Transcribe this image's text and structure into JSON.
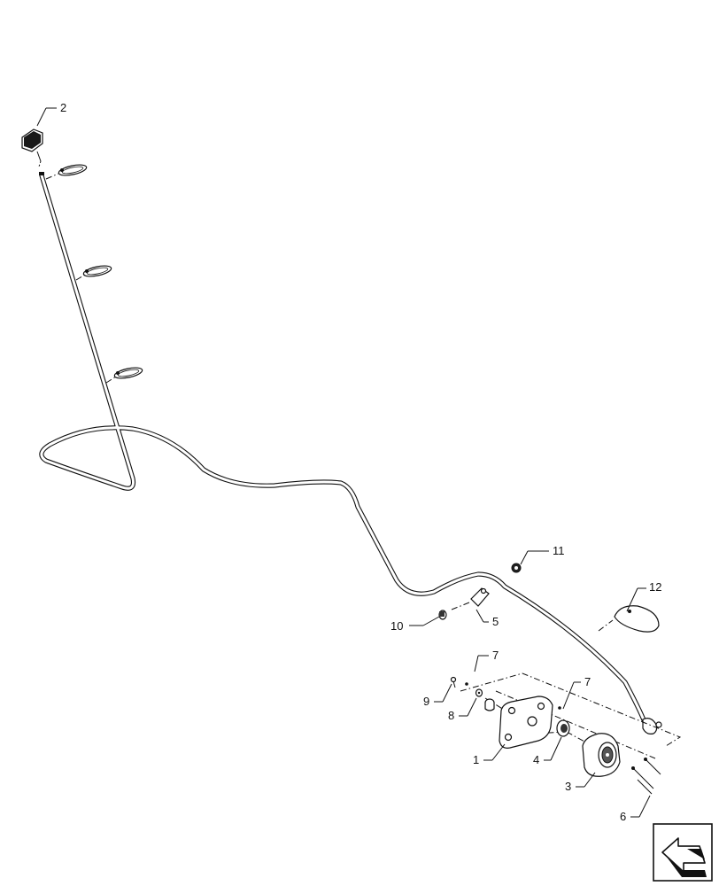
{
  "diagram": {
    "callouts": {
      "c1": "1",
      "c2": "2",
      "c3": "3",
      "c4": "4",
      "c5": "5",
      "c6": "6",
      "c7a": "7",
      "c7b": "7",
      "c8": "8",
      "c9": "9",
      "c10": "10",
      "c11": "11",
      "c12": "12"
    },
    "nav_icon": "previous-page-arrow-icon"
  }
}
